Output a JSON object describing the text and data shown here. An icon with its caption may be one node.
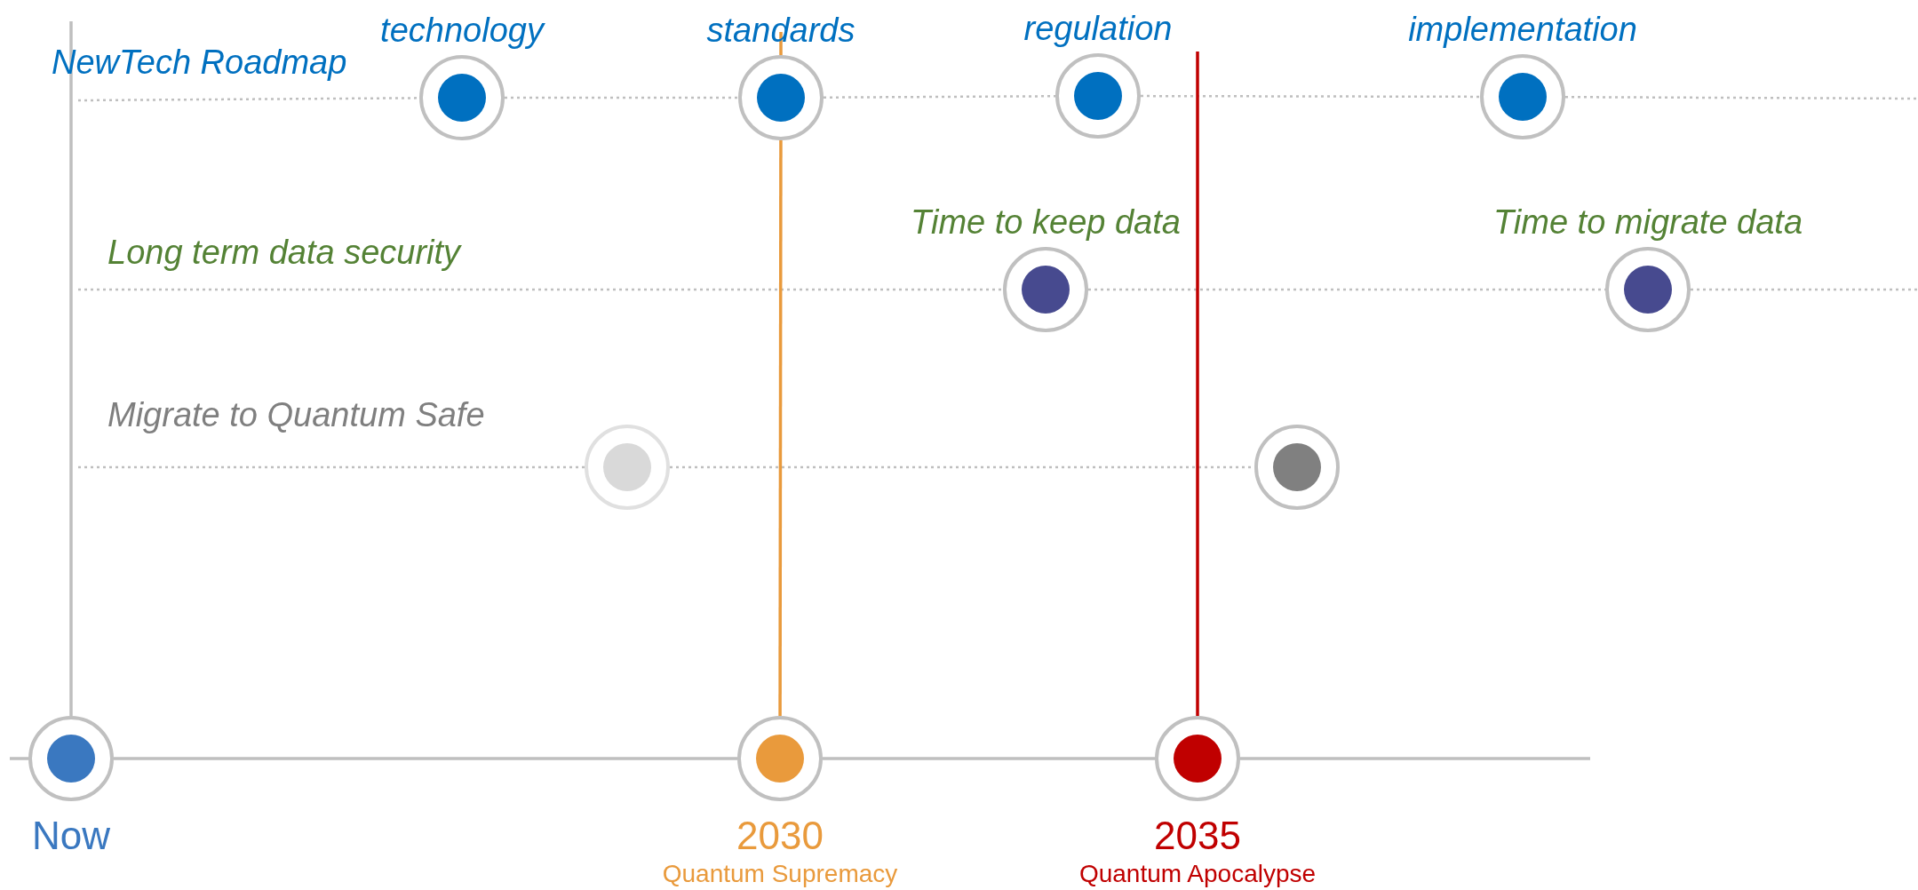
{
  "diagram": {
    "nodes": [
      {
        "text": [
          "technology"
        ]
      },
      {
        "text": [
          "standards"
        ]
      },
      {
        "text": [
          "regulation"
        ]
      },
      {
        "text": [
          "implementation"
        ]
      },
      {
        "text": [
          "Time to keep data"
        ]
      },
      {
        "text": [
          "Time to migrate data"
        ]
      },
      {
        "text": [],
        "shape": "circle"
      },
      {
        "text": [],
        "shape": "circle"
      },
      {
        "text": [
          "Now"
        ]
      },
      {
        "text": [
          "2030",
          "Quantum Supremacy"
        ]
      },
      {
        "text": [
          "2035",
          "Quantum Apocalypse"
        ]
      }
    ],
    "edges": [
      {
        "from": null,
        "to": 0,
        "arrow": "none",
        "style": "dashed"
      },
      {
        "from": 0,
        "to": 1,
        "arrow": "none",
        "style": "dashed"
      },
      {
        "from": 1,
        "to": 2,
        "arrow": "none",
        "style": "dashed"
      },
      {
        "from": 2,
        "to": 3,
        "arrow": "none",
        "style": "dashed"
      },
      {
        "from": 3,
        "to": null,
        "arrow": "none",
        "style": "dashed"
      },
      {
        "from": null,
        "to": 4,
        "arrow": "none",
        "style": "dashed"
      },
      {
        "from": 4,
        "to": 5,
        "arrow": "none",
        "style": "dashed"
      },
      {
        "from": 5,
        "to": null,
        "arrow": "none",
        "style": "dashed"
      },
      {
        "from": null,
        "to": 6,
        "arrow": "none",
        "style": "dashed"
      },
      {
        "from": 6,
        "to": 7,
        "arrow": "none",
        "style": "dashed"
      },
      {
        "from": null,
        "to": 8,
        "arrow": "none"
      },
      {
        "from": 8,
        "to": 9,
        "arrow": "none"
      },
      {
        "from": 9,
        "to": 10,
        "arrow": "none"
      },
      {
        "from": 10,
        "to": null,
        "arrow": "none"
      },
      {
        "from": 8,
        "to": null,
        "arrow": "none"
      },
      {
        "from": 9,
        "to": 1,
        "arrow": "none",
        "color": "#e99a3c"
      },
      {
        "from": 1,
        "to": null,
        "arrow": "none",
        "color": "#e99a3c"
      },
      {
        "from": 10,
        "to": null,
        "arrow": "none",
        "color": "#c00000"
      }
    ],
    "labels": [
      "NewTech Roadmap",
      "Long term data security",
      "Migrate to Quantum Safe"
    ]
  }
}
